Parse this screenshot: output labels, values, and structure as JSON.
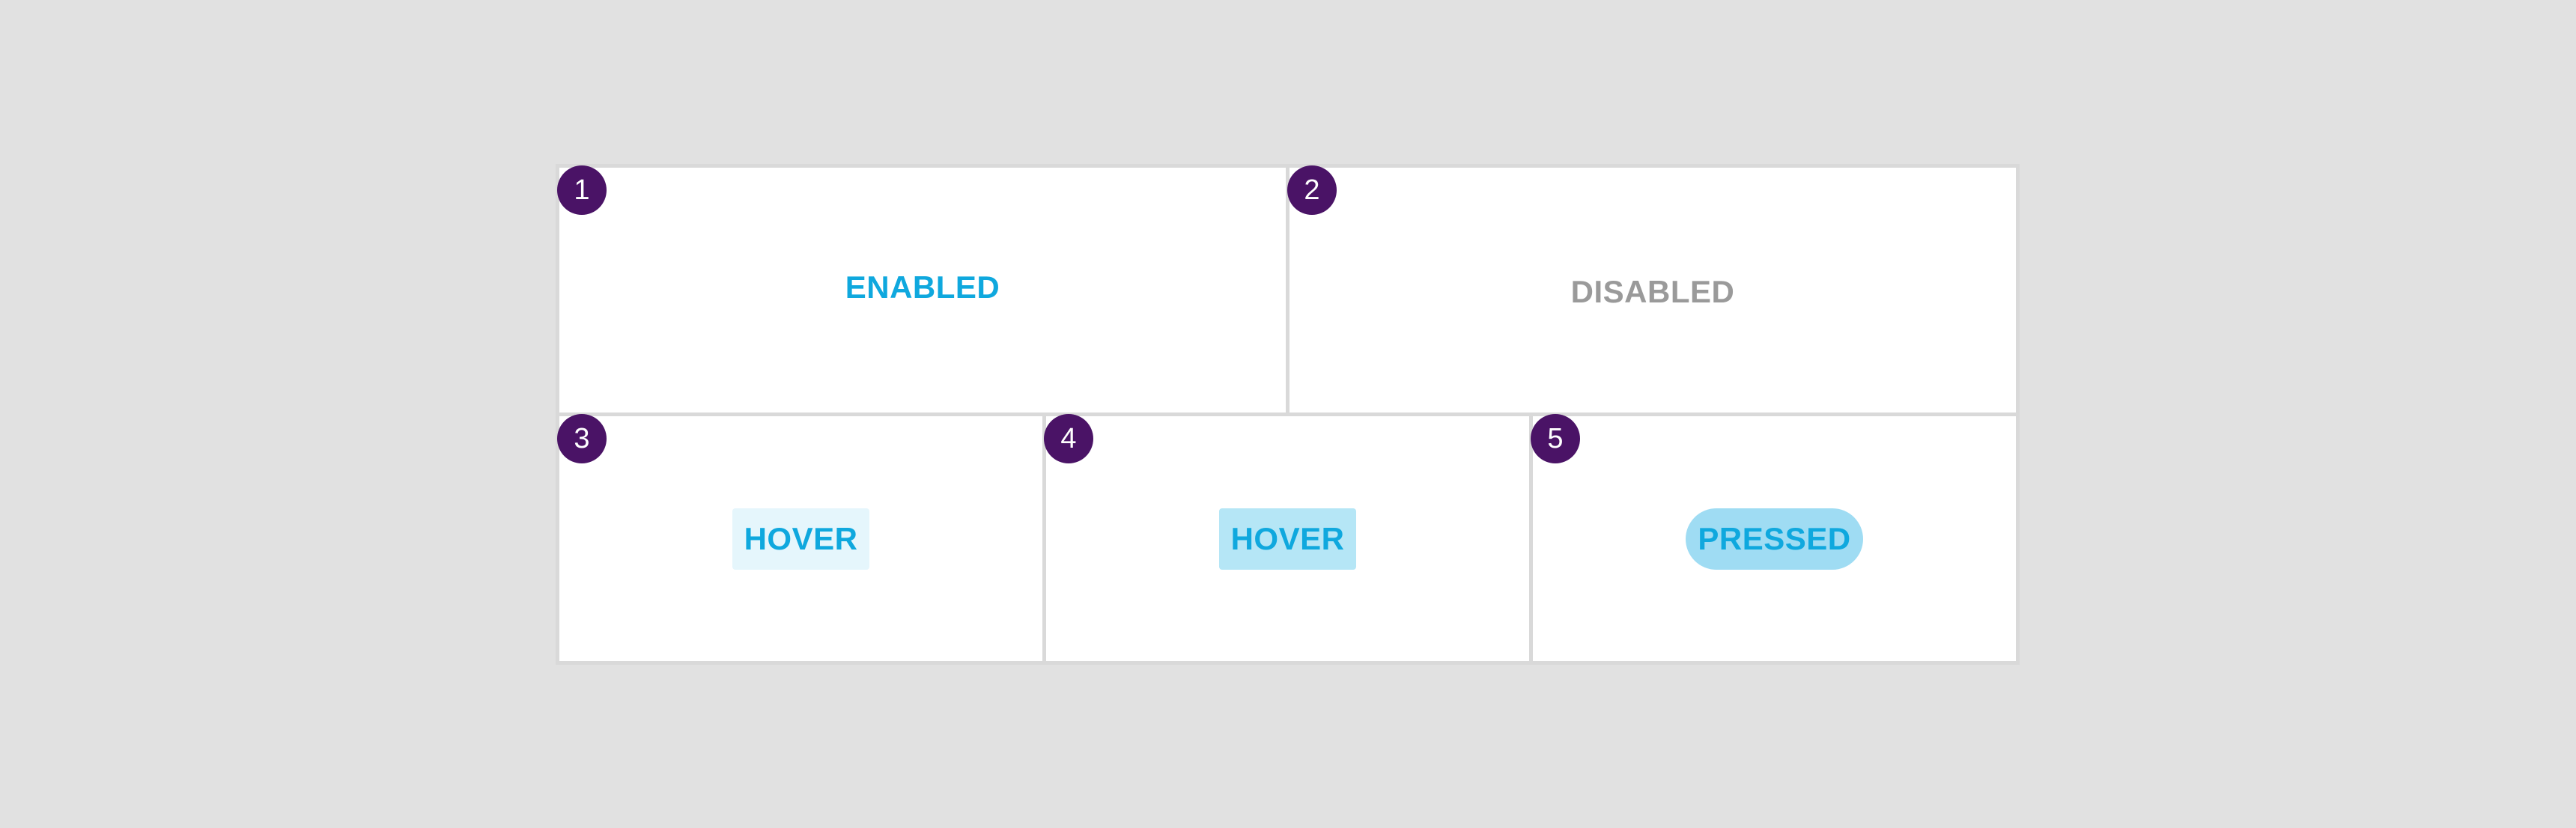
{
  "cells": [
    {
      "number": "1",
      "label": "ENABLED"
    },
    {
      "number": "2",
      "label": "DISABLED"
    },
    {
      "number": "3",
      "label": "HOVER"
    },
    {
      "number": "4",
      "label": "HOVER"
    },
    {
      "number": "5",
      "label": "PRESSED"
    }
  ],
  "colors": {
    "background": "#e1e1e1",
    "grid_line": "#d9d9d9",
    "badge": "#4a1366",
    "accent": "#0fa8de",
    "disabled_text": "#9a9a9a",
    "hover_light_bg": "#e5f6fc",
    "hover_bg": "#b5e6f6",
    "pressed_bg": "#9fdcf3"
  }
}
